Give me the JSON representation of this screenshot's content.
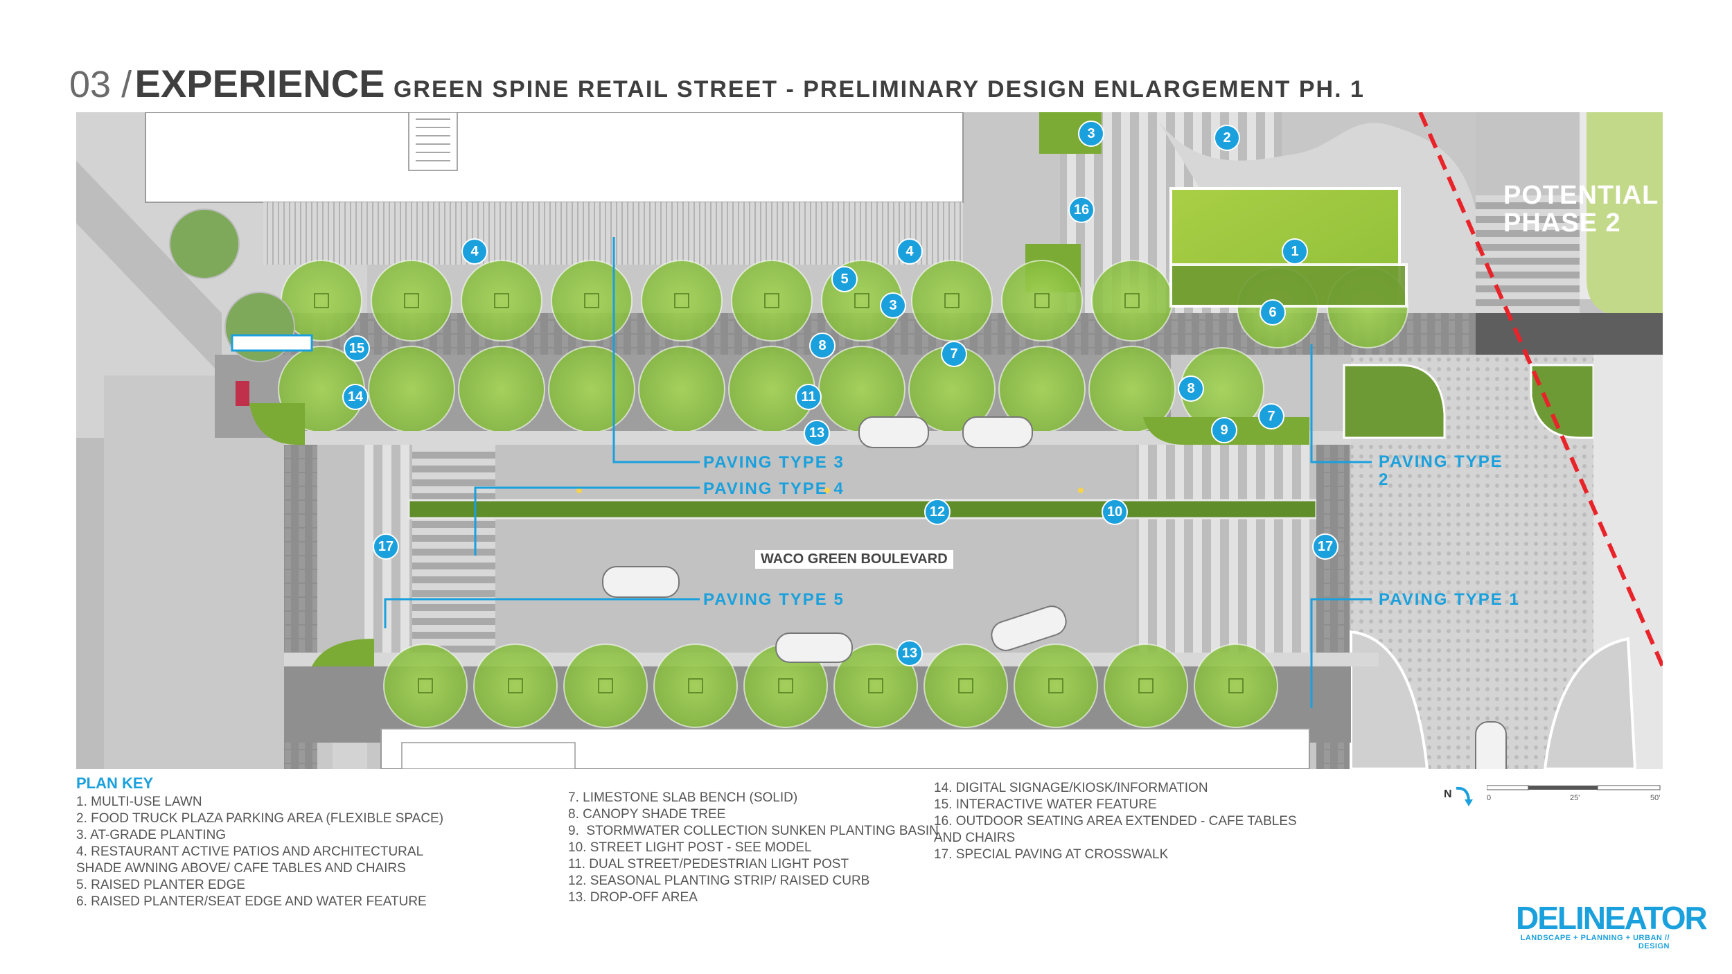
{
  "header": {
    "section": "03 /",
    "heading": "EXPERIENCE",
    "subtitle": "GREEN SPINE RETAIL STREET - PRELIMINARY DESIGN ENLARGEMENT PH. 1"
  },
  "plan": {
    "boulevard_label": "WACO GREEN BOULEVARD",
    "phase2_label_line1": "POTENTIAL",
    "phase2_label_line2": "PHASE 2",
    "paving_labels": {
      "type3": "PAVING TYPE 3",
      "type4": "PAVING TYPE 4",
      "type5": "PAVING TYPE 5",
      "type2_line1": "PAVING TYPE",
      "type2_line2": "2",
      "type1": "PAVING TYPE 1"
    },
    "markers": [
      "1",
      "2",
      "3",
      "3",
      "4",
      "4",
      "5",
      "6",
      "7",
      "7",
      "8",
      "8",
      "9",
      "10",
      "12",
      "11",
      "13",
      "13",
      "14",
      "15",
      "16",
      "17",
      "17"
    ],
    "colors": {
      "accent": "#1aa0dc",
      "lawn": "#9ccb3b",
      "tree": "#8dc33a",
      "divider": "#e8232a"
    }
  },
  "plan_key": {
    "title": "PLAN KEY",
    "col1": [
      "1. MULTI-USE LAWN",
      "2. FOOD TRUCK PLAZA PARKING AREA (FLEXIBLE SPACE)",
      "3. AT-GRADE PLANTING",
      "4. RESTAURANT ACTIVE PATIOS AND ARCHITECTURAL",
      "SHADE AWNING ABOVE/ CAFE TABLES AND CHAIRS",
      "5. RAISED PLANTER EDGE",
      "6. RAISED PLANTER/SEAT EDGE AND WATER FEATURE"
    ],
    "col2": [
      "7. LIMESTONE SLAB BENCH (SOLID)",
      "8. CANOPY SHADE TREE",
      "9.  STORMWATER COLLECTION SUNKEN PLANTING BASIN",
      "10. STREET LIGHT POST - SEE MODEL",
      "11. DUAL STREET/PEDESTRIAN LIGHT POST",
      "12. SEASONAL PLANTING STRIP/ RAISED CURB",
      "13. DROP-OFF AREA"
    ],
    "col3": [
      "14. DIGITAL SIGNAGE/KIOSK/INFORMATION",
      "15. INTERACTIVE WATER FEATURE",
      "16. OUTDOOR SEATING AREA EXTENDED - CAFE TABLES",
      "AND CHAIRS",
      "17. SPECIAL PAVING AT CROSSWALK"
    ]
  },
  "legend": {
    "north": "N",
    "scale_ticks": [
      "0",
      "25'",
      "50'"
    ]
  },
  "logo": {
    "name": "DELINEATOR",
    "tagline": "LANDSCAPE + PLANNING + URBAN // DESIGN"
  }
}
